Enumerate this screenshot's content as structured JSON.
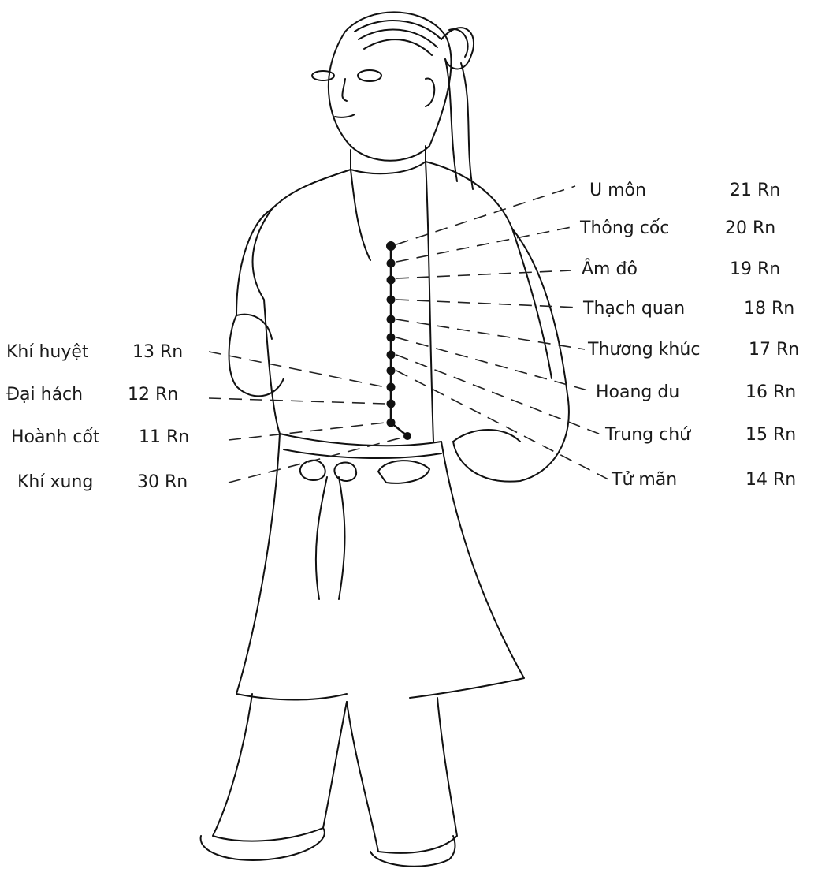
{
  "points": [
    {
      "id": "u-mon",
      "name": "U môn",
      "code": "21 Rn",
      "side": "right"
    },
    {
      "id": "thong-coc",
      "name": "Thông cốc",
      "code": "20 Rn",
      "side": "right"
    },
    {
      "id": "am-do",
      "name": "Âm đô",
      "code": "19 Rn",
      "side": "right"
    },
    {
      "id": "thach-quan",
      "name": "Thạch quan",
      "code": "18 Rn",
      "side": "right"
    },
    {
      "id": "thuong-khuc",
      "name": "Thương khúc",
      "code": "17 Rn",
      "side": "right"
    },
    {
      "id": "hoang-du",
      "name": "Hoang du",
      "code": "16 Rn",
      "side": "right"
    },
    {
      "id": "trung-chu",
      "name": "Trung chứ",
      "code": "15 Rn",
      "side": "right"
    },
    {
      "id": "tu-man",
      "name": "Tử mãn",
      "code": "14 Rn",
      "side": "right"
    },
    {
      "id": "khi-huyet",
      "name": "Khí huyệt",
      "code": "13 Rn",
      "side": "left"
    },
    {
      "id": "dai-hach",
      "name": "Đại hách",
      "code": "12 Rn",
      "side": "left"
    },
    {
      "id": "hoanh-cot",
      "name": "Hoành cốt",
      "code": "11 Rn",
      "side": "left"
    },
    {
      "id": "khi-xung",
      "name": "Khí xung",
      "code": "30 Rn",
      "side": "left"
    }
  ],
  "colors": {
    "ink": "#111111",
    "background": "#ffffff"
  }
}
